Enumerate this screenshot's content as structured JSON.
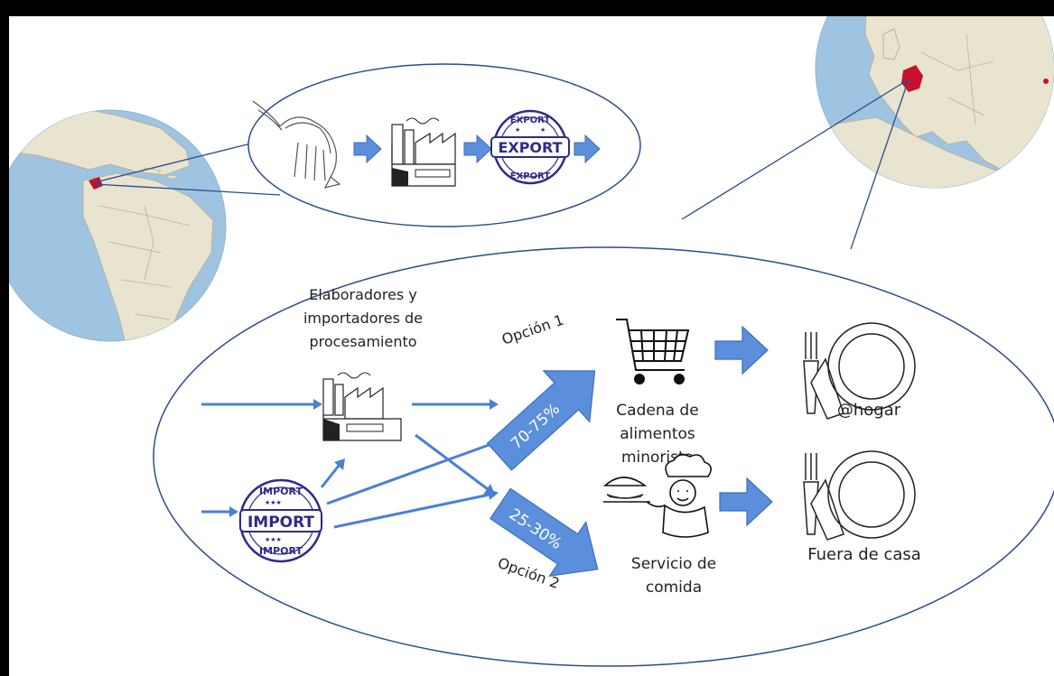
{
  "colors": {
    "ocean": "#9ec4e2",
    "land": "#e9e4cf",
    "highlight_country": "#c8102e",
    "arrow_fill": "#5b8fdc",
    "arrow_stroke": "#3b6cc0",
    "stamp": "#2e2a8c",
    "outline": "#2b4c8c"
  },
  "top_flow": {
    "icons": [
      "shrimp-icon",
      "factory-icon",
      "export-stamp-icon"
    ],
    "export_stamp": {
      "main": "EXPORT",
      "top": "EXPORT",
      "bottom": "EXPORT"
    }
  },
  "bottom_flow": {
    "processors_label": [
      "Elaboradores y",
      "importadores de",
      "procesamiento"
    ],
    "option1": "Opción 1",
    "option2": "Opción 2",
    "share_retail": "70-75%",
    "share_food_service": "25-30%",
    "retail_label": [
      "Cadena de",
      "alimentos",
      "minorista"
    ],
    "food_service_label": [
      "Servicio de",
      "comida"
    ],
    "home_label": "@hogar",
    "away_label": "Fuera de casa",
    "import_stamp": {
      "main": "IMPORT",
      "top": "IMPORT",
      "bottom": "IMPORT"
    }
  }
}
